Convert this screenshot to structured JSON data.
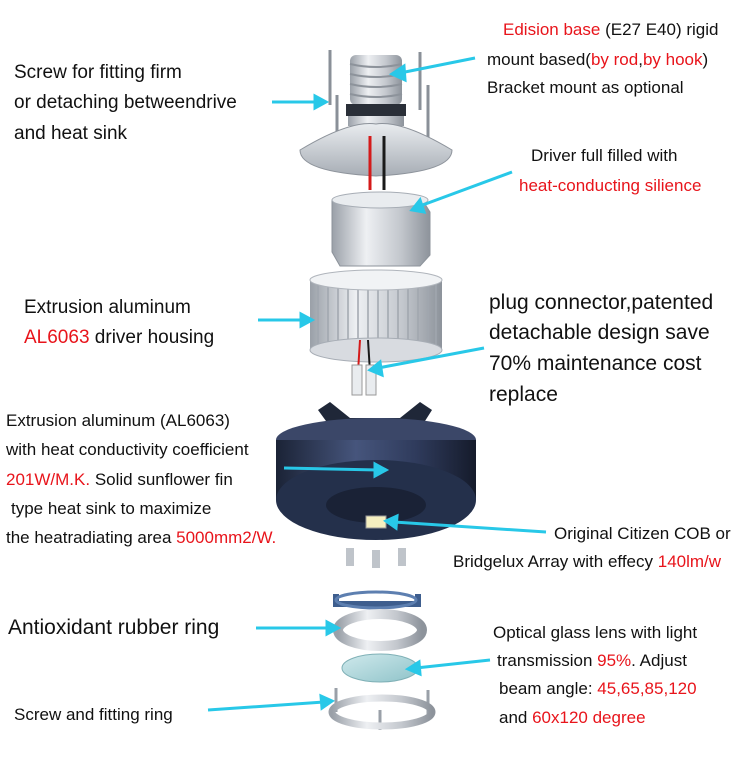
{
  "labels": {
    "edison": {
      "line1_red": "Edision base",
      "line1_rest": " (E27 E40) rigid",
      "line2_pre": "mount based(",
      "line2_red1": "by rod",
      "line2_comma": ",",
      "line2_red2": "by hook",
      "line2_close": ")",
      "line3": "Bracket mount as optional"
    },
    "screw_top": {
      "line1": "Screw for fitting firm",
      "line2": "or detaching betweendrive",
      "line3": "and heat sink"
    },
    "driver": {
      "line1": "Driver full filled with",
      "line2_red": "heat-conducting silience"
    },
    "housing": {
      "line1": "Extrusion aluminum",
      "line2_red": "AL6063",
      "line2_rest": " driver housing"
    },
    "plug": {
      "line1": "plug connector,patented",
      "line2": "detachable design save",
      "line3": "70% maintenance cost",
      "line4": "replace"
    },
    "heatsink": {
      "line1": "Extrusion aluminum (AL6063)",
      "line2": "with heat conductivity coefficient",
      "line3_red": "201W/M.K.",
      "line3_rest": " Solid sunflower fin",
      "line4": "type heat sink to maximize",
      "line5_pre": "the heatradiating area ",
      "line5_red": "5000mm2/W."
    },
    "cob": {
      "line1": "Original Citizen COB or",
      "line2_pre": "Bridgelux Array with effecy ",
      "line2_red": "140lm/w"
    },
    "rubber": {
      "line1": "Antioxidant rubber ring"
    },
    "lens": {
      "line1": "Optical glass lens with light",
      "line2_pre": "transmission ",
      "line2_red": "95%",
      "line2_rest": ". Adjust",
      "line3_pre": "beam angle: ",
      "line3_red": "45,65,85,120",
      "line4_pre": "and ",
      "line4_red": "60x120 degree"
    },
    "screw_bottom": {
      "line1": "Screw and fitting ring"
    }
  },
  "colors": {
    "highlight": "#e8141b",
    "arrow": "#28c8e8",
    "aluminum": "#c8ccd2",
    "heatsink": "#2a3552"
  }
}
